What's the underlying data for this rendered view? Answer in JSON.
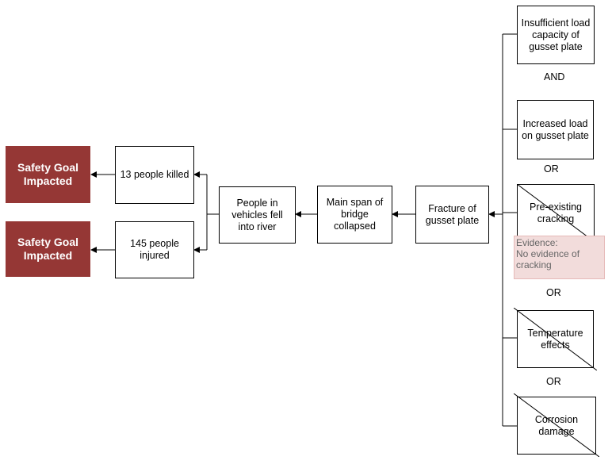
{
  "consequences": {
    "goal_1": "Safety Goal Impacted",
    "goal_2": "Safety Goal Impacted",
    "killed": "13 people killed",
    "injured": "145 people injured"
  },
  "chain": {
    "fell_into_river": "People in vehicles fell into river",
    "span_collapsed": "Main span of bridge collapsed",
    "fracture": "Fracture of gusset plate"
  },
  "causes": {
    "insufficient_capacity": "Insufficient load capacity of gusset plate",
    "and_gate": "AND",
    "increased_load": "Increased load on gusset plate",
    "or_gate_1": "OR",
    "preexisting_cracking": "Pre-existing cracking",
    "evidence": "Evidence:\nNo evidence of cracking",
    "or_gate_2": "OR",
    "temperature_effects": "Temperature effects",
    "or_gate_3": "OR",
    "corrosion_damage": "Corrosion damage"
  },
  "colors": {
    "goal_fill": "#953735",
    "evidence_fill": "#f2dcdb",
    "line": "#000000"
  }
}
